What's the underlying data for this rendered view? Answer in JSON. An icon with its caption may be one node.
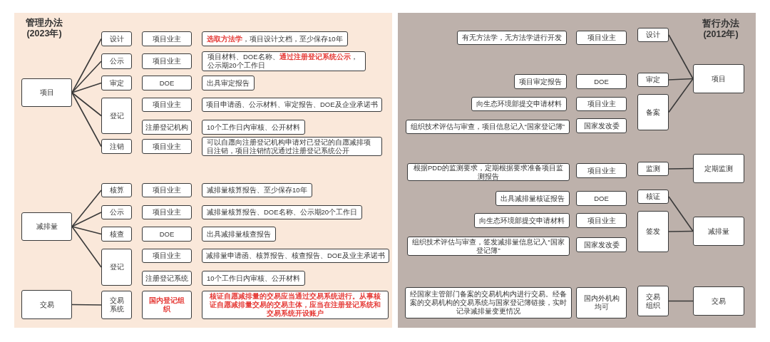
{
  "diagram": {
    "nodes": [
      {
        "text": [
          "管理办法",
          "(2023年)"
        ]
      },
      {
        "text": [
          "项目"
        ],
        "in": 0
      },
      {
        "text": [
          "设计"
        ],
        "in": 0
      },
      {
        "text": [
          "项目业主"
        ],
        "in": 0
      },
      {
        "text": [
          "**选取方法学**，项目设计文档，至少保存10年"
        ],
        "in": 0
      },
      {
        "text": [
          "公示"
        ],
        "in": 0
      },
      {
        "text": [
          "项目业主"
        ],
        "in": 0
      },
      {
        "text": [
          "项目材料、DOE名称、**通过注册登记系统公示**，公示期20个工作日"
        ],
        "in": 0
      },
      {
        "text": [
          "审定"
        ],
        "in": 0
      },
      {
        "text": [
          "DOE"
        ],
        "in": 0
      },
      {
        "text": [
          "出具审定报告"
        ],
        "in": 0
      },
      {
        "text": [
          "登记"
        ],
        "in": 0
      },
      {
        "text": [
          "项目业主"
        ],
        "in": 0
      },
      {
        "text": [
          "项目申请函、公示材料、审定报告、DOE及企业承诺书"
        ],
        "in": 0
      },
      {
        "text": [
          "注册登记机构"
        ],
        "in": 0
      },
      {
        "text": [
          "10个工作日内审核、公开材料"
        ],
        "in": 0
      },
      {
        "text": [
          "注销"
        ],
        "in": 0
      },
      {
        "text": [
          "项目业主"
        ],
        "in": 0
      },
      {
        "text": [
          "可以自愿向注册登记机构申请对已登记的自愿减排项目注销，项目注销情况通过注册登记系统公开"
        ],
        "in": 0
      },
      {
        "text": [
          "减排量"
        ],
        "in": 0
      },
      {
        "text": [
          "核算"
        ],
        "in": 0
      },
      {
        "text": [
          "项目业主"
        ],
        "in": 0
      },
      {
        "text": [
          "减排量核算报告、至少保存10年"
        ],
        "in": 0
      },
      {
        "text": [
          "公示"
        ],
        "in": 0
      },
      {
        "text": [
          "项目业主"
        ],
        "in": 0
      },
      {
        "text": [
          "减排量核算报告、DOE名称、公示期20个工作日"
        ],
        "in": 0
      },
      {
        "text": [
          "核查"
        ],
        "in": 0
      },
      {
        "text": [
          "DOE"
        ],
        "in": 0
      },
      {
        "text": [
          "出具减排量核查报告"
        ],
        "in": 0
      },
      {
        "text": [
          "登记"
        ],
        "in": 0
      },
      {
        "text": [
          "项目业主"
        ],
        "in": 0
      },
      {
        "text": [
          "减排量申请函、核算报告、核查报告、DOE及业主承诺书"
        ],
        "in": 0
      },
      {
        "text": [
          "注册登记系统"
        ],
        "in": 0
      },
      {
        "text": [
          "10个工作日内审核、公开材料"
        ],
        "in": 0
      },
      {
        "text": [
          "交易"
        ],
        "in": 0
      },
      {
        "text": [
          "交易系统"
        ],
        "in": 0
      },
      {
        "text": [
          "国内登记组织"
        ],
        "in": 0
      },
      {
        "text": [
          "核证自愿减排量的交易应当通过交易系统进行。从事核证自愿减排量交易的交易主体，应当在注册登记系统和交易系统开设账户"
        ],
        "in": 0
      },
      {
        "text": [
          "暂行办法",
          "(2012年)"
        ]
      },
      {
        "text": [
          "项目"
        ],
        "in": 38
      },
      {
        "text": [
          "有无方法学，无方法学进行开发"
        ],
        "in": 38
      },
      {
        "text": [
          "项目业主"
        ],
        "in": 38
      },
      {
        "text": [
          "设计"
        ],
        "in": 38
      },
      {
        "text": [
          "项目审定报告"
        ],
        "in": 38
      },
      {
        "text": [
          "DOE"
        ],
        "in": 38
      },
      {
        "text": [
          "审定"
        ],
        "in": 38
      },
      {
        "text": [
          "向生态环境部提交申请材料"
        ],
        "in": 38
      },
      {
        "text": [
          "项目业主"
        ],
        "in": 38
      },
      {
        "text": [
          "备案"
        ],
        "in": 38
      },
      {
        "text": [
          "组织技术评估与审查，项目信息记入“国家登记簿”"
        ],
        "in": 38
      },
      {
        "text": [
          "国家发改委"
        ],
        "in": 38
      },
      {
        "text": [
          "定期监测"
        ],
        "in": 38
      },
      {
        "text": [
          "根据PDD的监测要求，定期根据要求准备项目监测报告"
        ],
        "in": 38
      },
      {
        "text": [
          "项目业主"
        ],
        "in": 38
      },
      {
        "text": [
          "监测"
        ],
        "in": 38
      },
      {
        "text": [
          "减排量"
        ],
        "in": 38
      },
      {
        "text": [
          "出具减排量核证报告"
        ],
        "in": 38
      },
      {
        "text": [
          "DOE"
        ],
        "in": 38
      },
      {
        "text": [
          "核证"
        ],
        "in": 38
      },
      {
        "text": [
          "向生态环境部提交申请材料"
        ],
        "in": 38
      },
      {
        "text": [
          "项目业主"
        ],
        "in": 38
      },
      {
        "text": [
          "签发"
        ],
        "in": 38
      },
      {
        "text": [
          "组织技术评估与审查，签发减排量信息记入“国家登记簿”"
        ],
        "in": 38
      },
      {
        "text": [
          "国家发改委"
        ],
        "in": 38
      },
      {
        "text": [
          "交易"
        ],
        "in": 38
      },
      {
        "text": [
          "经国家主管部门备案的交易机构内进行交易。经备案的交易机构的交易系统与国家登记簿链接，实时记录减排量变更情况"
        ],
        "in": 38
      },
      {
        "text": [
          "国内外机构均可"
        ],
        "in": 38
      },
      {
        "text": [
          "交易组织"
        ],
        "in": 38
      }
    ],
    "edges": [
      {
        "from": 1,
        "to": 2,
        "arrow": "none"
      },
      {
        "from": 1,
        "to": 5,
        "arrow": "none"
      },
      {
        "from": 1,
        "to": 8,
        "arrow": "none"
      },
      {
        "from": 1,
        "to": 11,
        "arrow": "none"
      },
      {
        "from": 1,
        "to": 16,
        "arrow": "none"
      },
      {
        "from": 19,
        "to": 20,
        "arrow": "none"
      },
      {
        "from": 19,
        "to": 23,
        "arrow": "none"
      },
      {
        "from": 19,
        "to": 26,
        "arrow": "none"
      },
      {
        "from": 19,
        "to": 29,
        "arrow": "none"
      },
      {
        "from": 34,
        "to": 35,
        "arrow": "none"
      },
      {
        "from": 39,
        "to": 42,
        "arrow": "none"
      },
      {
        "from": 39,
        "to": 45,
        "arrow": "none"
      },
      {
        "from": 39,
        "to": 48,
        "arrow": "none"
      },
      {
        "from": 51,
        "to": 54,
        "arrow": "none"
      },
      {
        "from": 55,
        "to": 58,
        "arrow": "none"
      },
      {
        "from": 55,
        "to": 61,
        "arrow": "none"
      },
      {
        "from": 64,
        "to": 67,
        "arrow": "none"
      }
    ]
  }
}
